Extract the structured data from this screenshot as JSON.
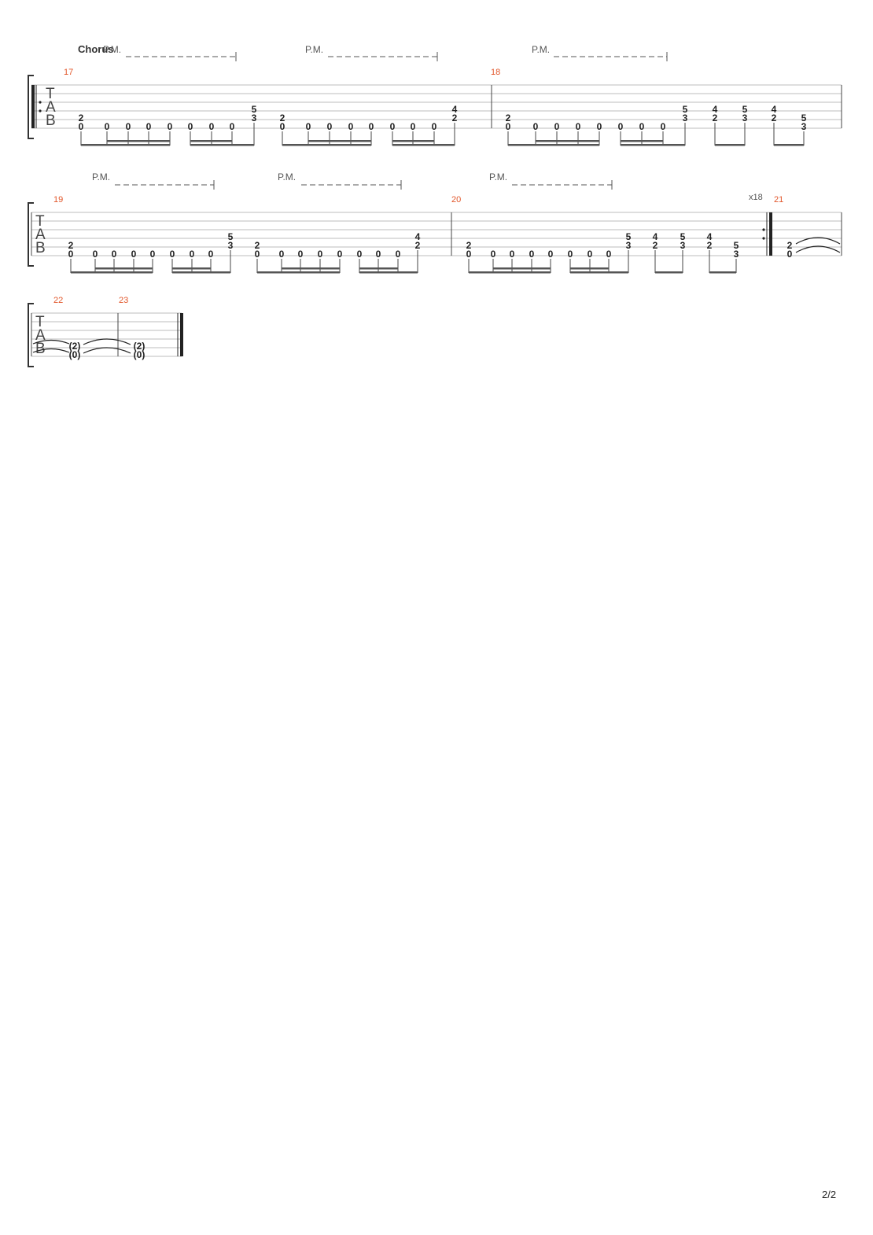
{
  "section": {
    "label": "Chorus"
  },
  "pm_label": "P.M.",
  "repeat": {
    "count": "x18"
  },
  "page": {
    "number": "2/2"
  },
  "systems": [
    {
      "bars": [
        {
          "number": "17",
          "events": [
            [
              "0",
              "2"
            ],
            [
              "0"
            ],
            [
              "0"
            ],
            [
              "0"
            ],
            [
              "0"
            ],
            [
              "0"
            ],
            [
              "0"
            ],
            [
              "0"
            ],
            [
              "3",
              "5"
            ],
            [
              "0",
              "2"
            ],
            [
              "0"
            ],
            [
              "0"
            ],
            [
              "0"
            ],
            [
              "0"
            ],
            [
              "0"
            ],
            [
              "0"
            ],
            [
              "0"
            ],
            [
              "2",
              "4"
            ]
          ]
        },
        {
          "number": "18",
          "events": [
            [
              "0",
              "2"
            ],
            [
              "0"
            ],
            [
              "0"
            ],
            [
              "0"
            ],
            [
              "0"
            ],
            [
              "0"
            ],
            [
              "0"
            ],
            [
              "0"
            ],
            [
              "3",
              "5"
            ],
            [
              "2",
              "4"
            ],
            [
              "3",
              "5"
            ],
            [
              "2",
              "4"
            ],
            [
              "3",
              "5"
            ]
          ]
        }
      ]
    },
    {
      "bars": [
        {
          "number": "19",
          "events": [
            [
              "0",
              "2"
            ],
            [
              "0"
            ],
            [
              "0"
            ],
            [
              "0"
            ],
            [
              "0"
            ],
            [
              "0"
            ],
            [
              "0"
            ],
            [
              "0"
            ],
            [
              "3",
              "5"
            ],
            [
              "0",
              "2"
            ],
            [
              "0"
            ],
            [
              "0"
            ],
            [
              "0"
            ],
            [
              "0"
            ],
            [
              "0"
            ],
            [
              "0"
            ],
            [
              "0"
            ],
            [
              "2",
              "4"
            ]
          ]
        },
        {
          "number": "20",
          "events": [
            [
              "0",
              "2"
            ],
            [
              "0"
            ],
            [
              "0"
            ],
            [
              "0"
            ],
            [
              "0"
            ],
            [
              "0"
            ],
            [
              "0"
            ],
            [
              "0"
            ],
            [
              "3",
              "5"
            ],
            [
              "2",
              "4"
            ],
            [
              "3",
              "5"
            ],
            [
              "2",
              "4"
            ],
            [
              "3",
              "5"
            ]
          ]
        },
        {
          "number": "21",
          "events": [
            [
              "0",
              "2"
            ]
          ]
        }
      ]
    },
    {
      "bars": [
        {
          "number": "22",
          "events": [
            [
              "(0)",
              "(2)"
            ]
          ]
        },
        {
          "number": "23",
          "events": [
            [
              "(0)",
              "(2)"
            ]
          ]
        }
      ]
    }
  ]
}
